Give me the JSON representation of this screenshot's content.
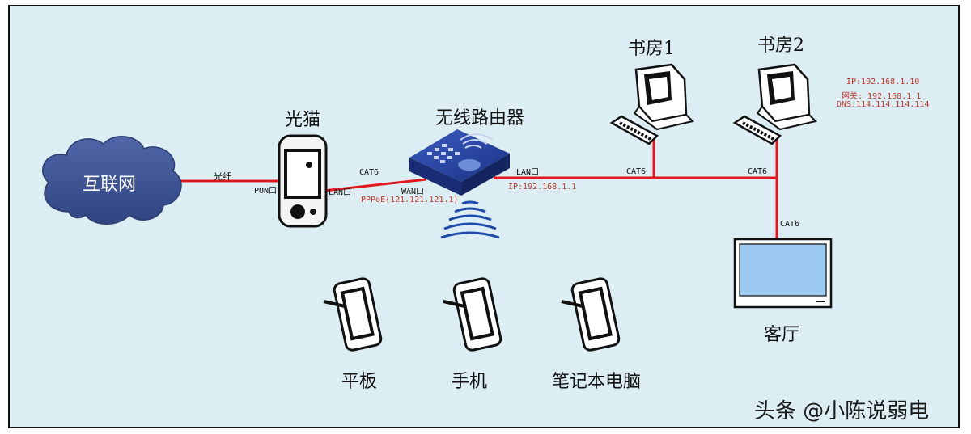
{
  "nodes": {
    "internet": "互联网",
    "modem": "光猫",
    "router": "无线路由器",
    "study1": "书房1",
    "study2": "书房2",
    "living": "客厅",
    "tablet": "平板",
    "phone": "手机",
    "laptop": "笔记本电脑"
  },
  "links": {
    "fiber": "光纤",
    "pon_port": "PON口",
    "modem_lan": "LAN口",
    "cat6_a": "CAT6",
    "wan_port": "WAN口",
    "pppoe": "PPPoE(121.121.121.1)",
    "router_lan": "LAN口",
    "router_ip": "IP:192.168.1.1",
    "cat6_b": "CAT6",
    "cat6_c": "CAT6",
    "cat6_d": "CAT6"
  },
  "pc_config": {
    "ip": "IP:192.168.1.10",
    "gateway": "网关: 192.168.1.1",
    "dns": "DNS:114.114.114.114"
  },
  "watermark": "头条 @小陈说弱电",
  "colors": {
    "line": "#e0191f",
    "cloud": "#3d5596",
    "screen": "#9cc9ef",
    "router": "#1f3a8f",
    "background": "#dcedf3"
  }
}
